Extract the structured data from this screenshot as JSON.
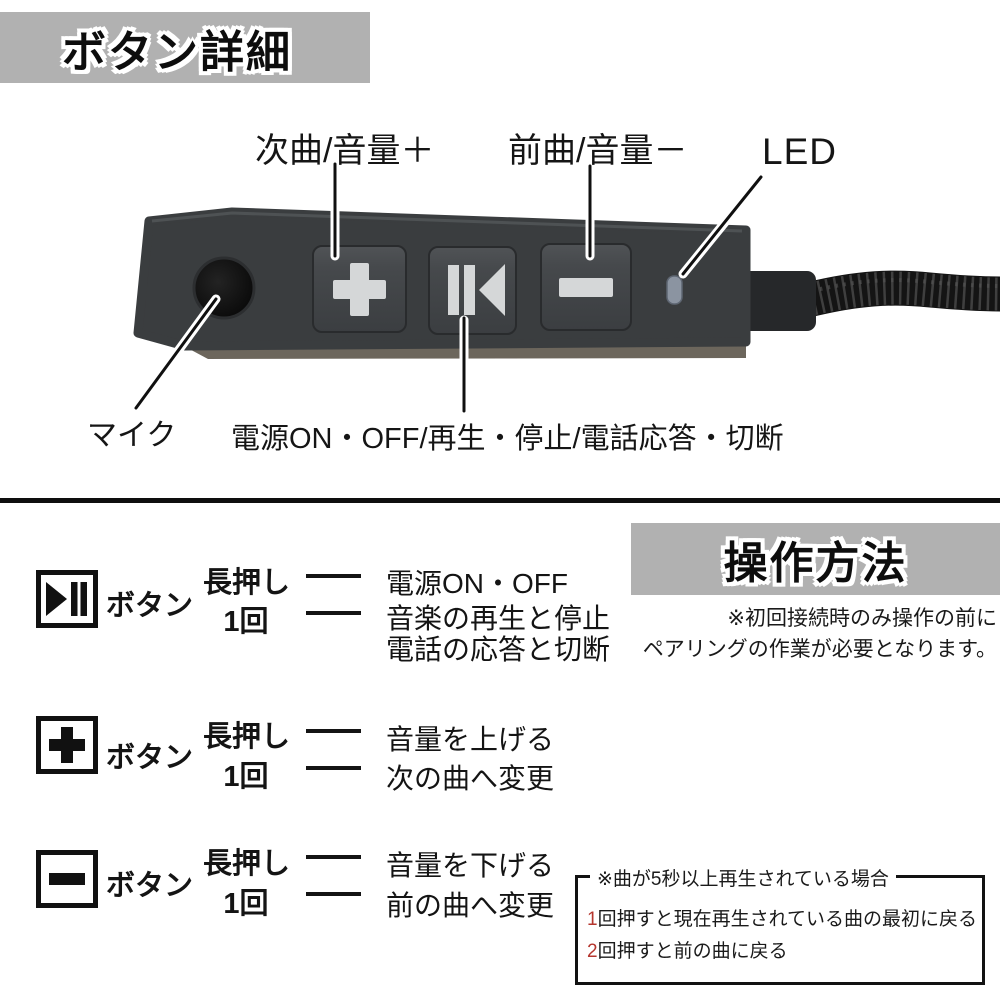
{
  "colors": {
    "banner_gray": "#b1b1b1",
    "accent_red": "#b5362e",
    "device_body": "#3a3d3f",
    "device_button": "#46494c",
    "device_glyph": "#d5d7d8",
    "led": "#8b94a1"
  },
  "header": {
    "title": "ボタン詳細"
  },
  "device": {
    "labels": {
      "next_track": "次曲/音量＋",
      "prev_track": "前曲/音量－",
      "led": "LED",
      "mic": "マイク",
      "multi_function": "電源ON・OFF/再生・停止/電話応答・切断"
    },
    "icons": {
      "plus_button": "plus-icon",
      "center_button": "play-pause-prev-icon",
      "minus_button": "minus-icon",
      "mic": "microphone-hole-icon",
      "led": "led-indicator"
    }
  },
  "operation": {
    "title": "操作方法",
    "note": {
      "line1": "※初回接続時のみ操作の前に",
      "line2": "ペアリングの作業が必要となります。"
    },
    "rows": [
      {
        "icon": "play-pause-icon",
        "button_word": "ボタン",
        "long_press": "長押し",
        "once": "1回",
        "long_press_result": "電源ON・OFF",
        "once_result_1": "音楽の再生と停止",
        "once_result_2": "電話の応答と切断"
      },
      {
        "icon": "plus-icon",
        "button_word": "ボタン",
        "long_press": "長押し",
        "once": "1回",
        "long_press_result": "音量を上げる",
        "once_result_1": "次の曲へ変更"
      },
      {
        "icon": "minus-icon",
        "button_word": "ボタン",
        "long_press": "長押し",
        "once": "1回",
        "long_press_result": "音量を下げる",
        "once_result_1": "前の曲へ変更"
      }
    ],
    "note_box": {
      "title": "※曲が5秒以上再生されている場合",
      "lines": [
        {
          "num": "1",
          "text": "回押すと現在再生されている曲の最初に戻る"
        },
        {
          "num": "2",
          "text": "回押すと前の曲に戻る"
        }
      ]
    }
  }
}
